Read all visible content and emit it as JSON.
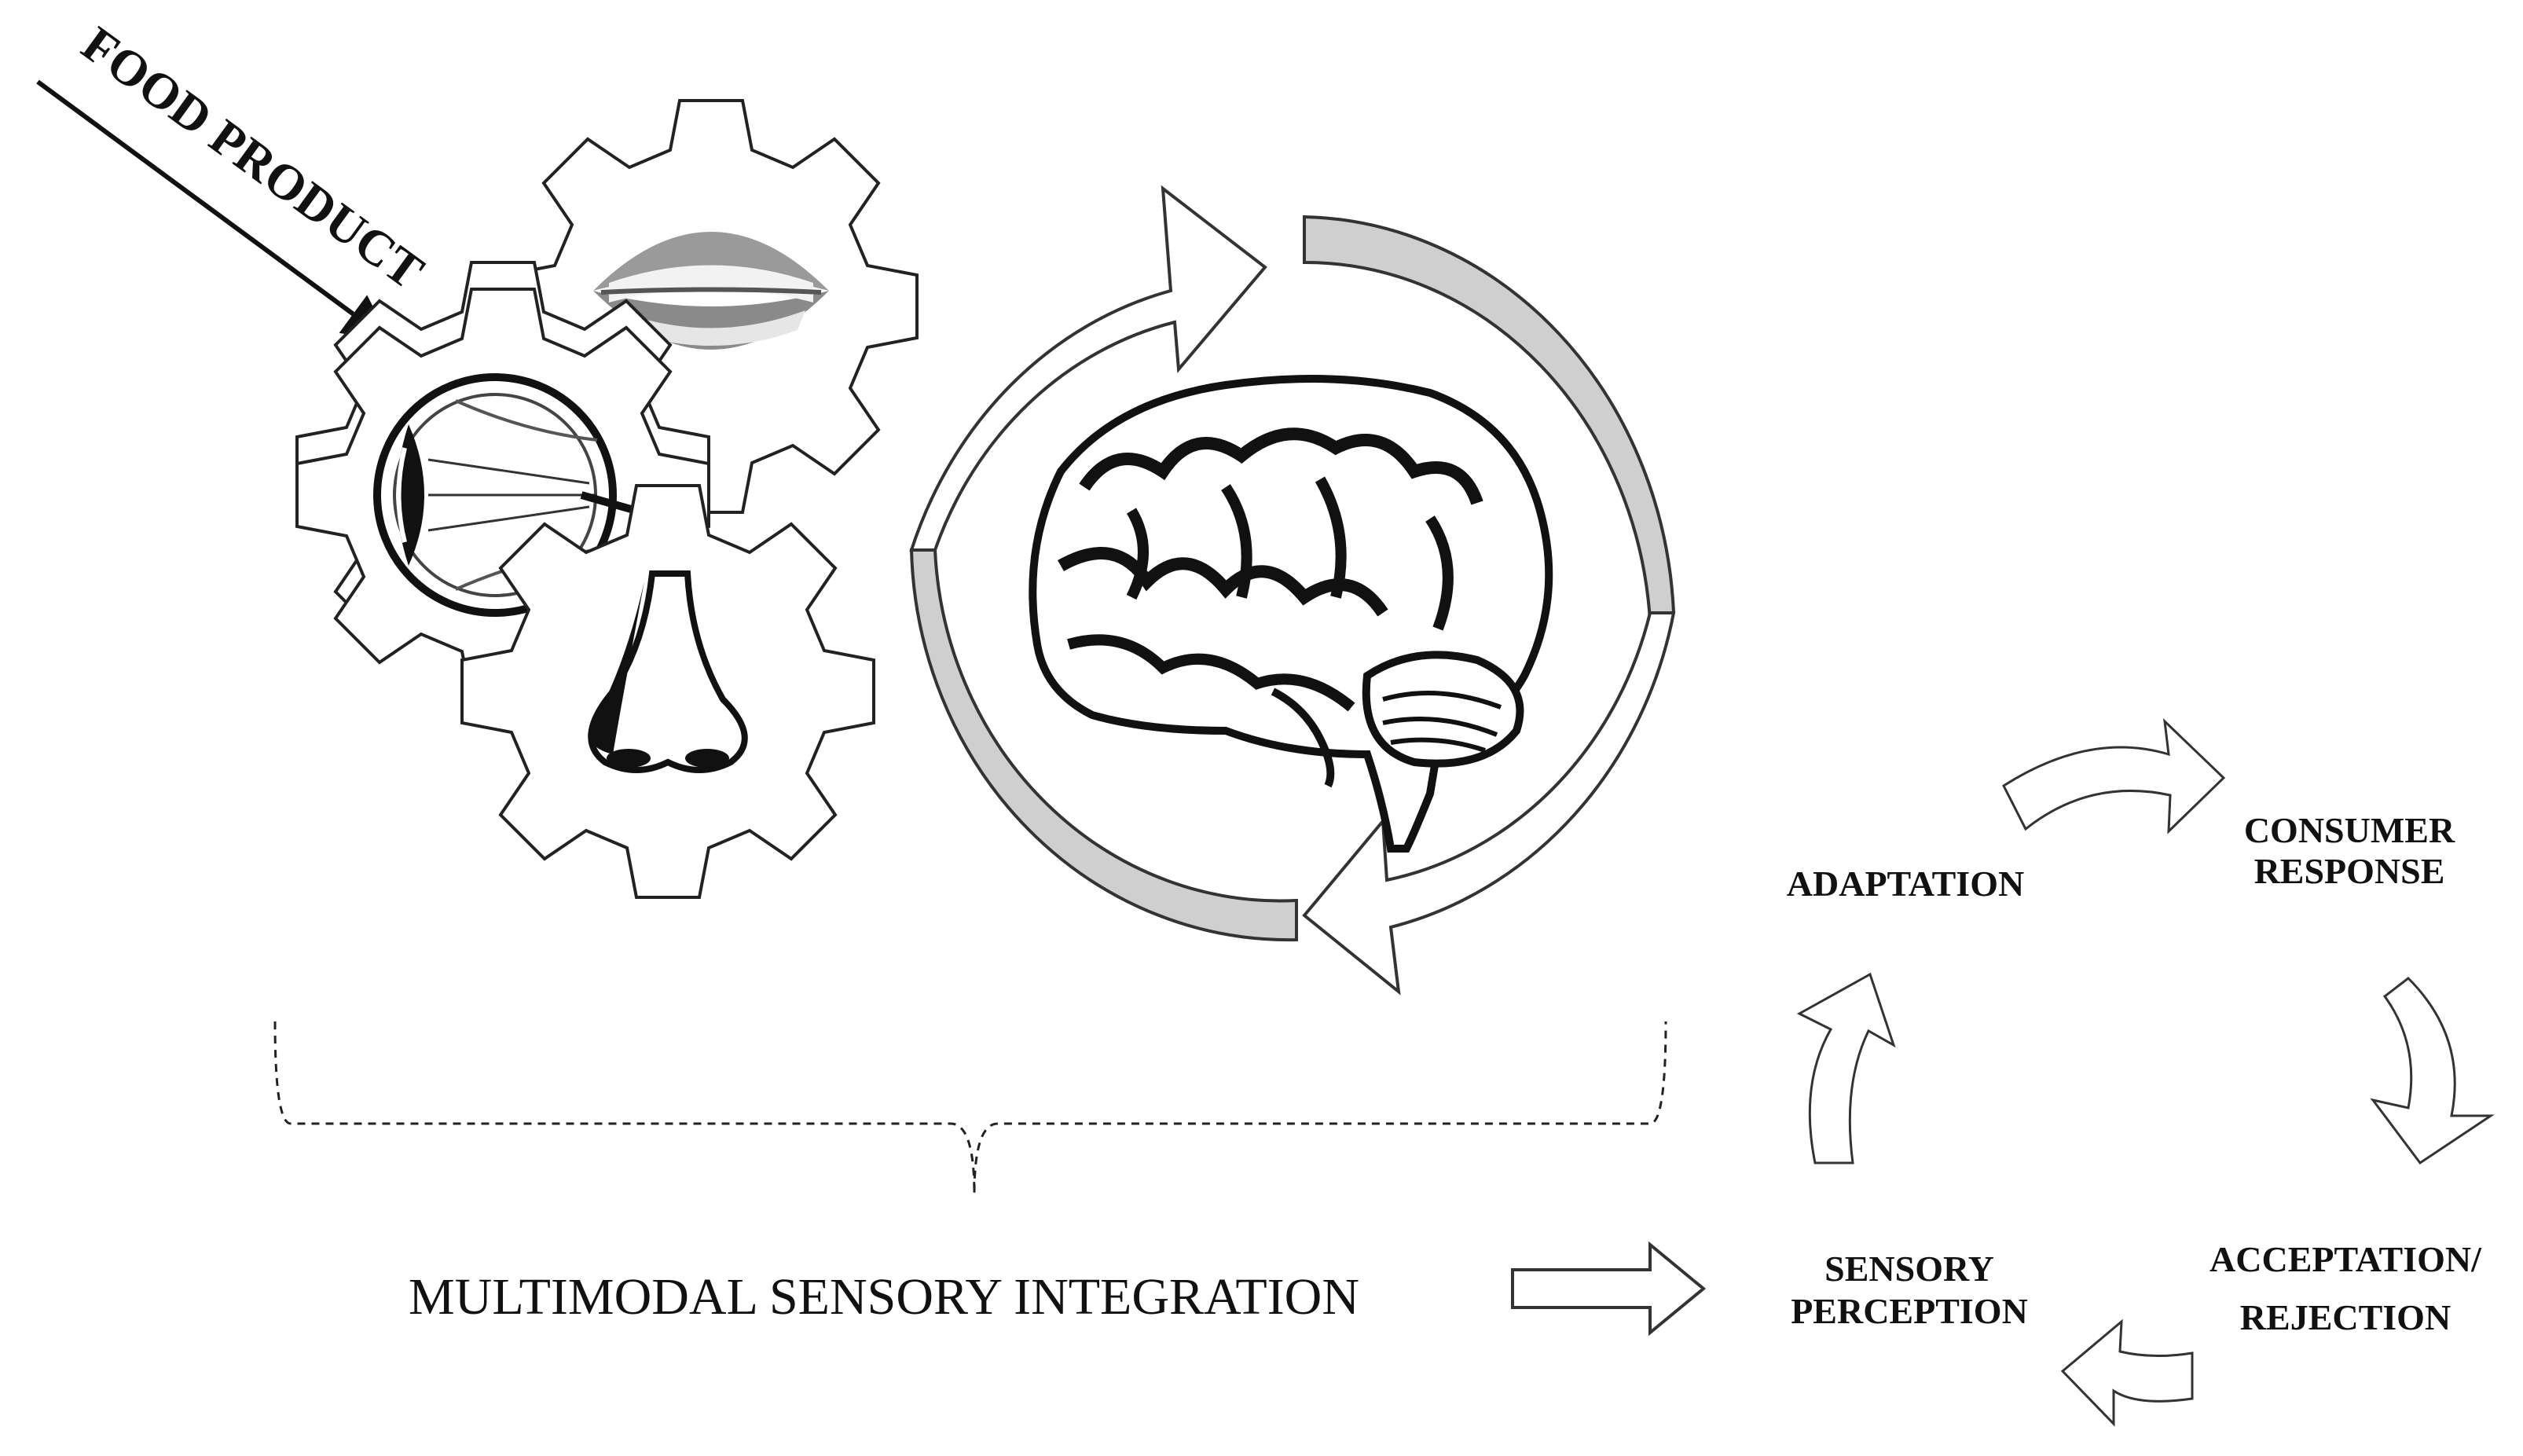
{
  "input_label": "FOOD PRODUCT",
  "integration_label": "MULTIMODAL SENSORY INTEGRATION",
  "cycle": {
    "adaptation": "ADAPTATION",
    "consumer_response_line1": "CONSUMER",
    "consumer_response_line2": "RESPONSE",
    "acceptation_line1": "ACCEPTATION/",
    "acceptation_line2": "REJECTION",
    "sensory_perception_line1": "SENSORY",
    "sensory_perception_line2": "PERCEPTION"
  },
  "senses": [
    "mouth-icon",
    "eye-icon",
    "nose-icon"
  ],
  "center_icon": "brain-icon",
  "colors": {
    "ink": "#111111",
    "band": "#cfcfcf",
    "outline": "#333333"
  }
}
